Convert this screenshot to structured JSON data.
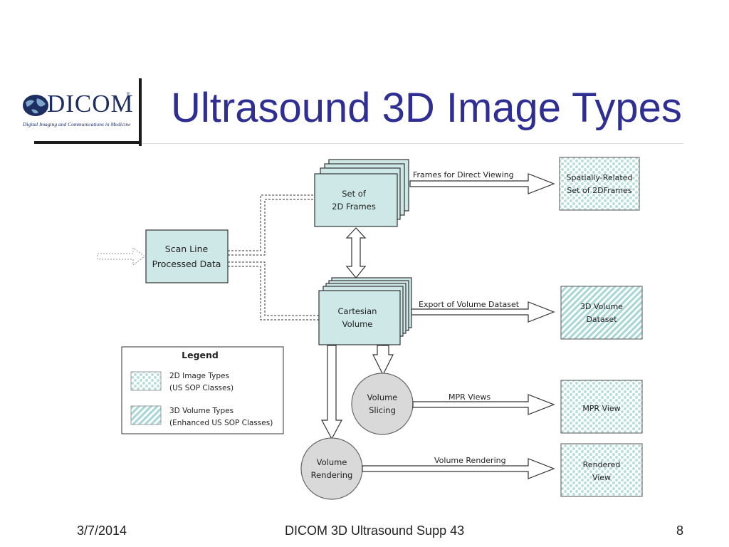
{
  "slide": {
    "title": "Ultrasound 3D Image Types",
    "logo_word": "DICOM",
    "logo_tm": "®",
    "logo_tagline": "Digital Imaging and Communications in Medicine",
    "logo_icon": "globe-icon"
  },
  "diagram": {
    "scan_line": [
      "Scan Line",
      "Processed Data"
    ],
    "set_frames": [
      "Set of",
      "2D Frames"
    ],
    "cartesian": [
      "Cartesian",
      "Volume"
    ],
    "volume_slicing": [
      "Volume",
      "Slicing"
    ],
    "volume_rendering": [
      "Volume",
      "Rendering"
    ],
    "arrows": {
      "frames_direct": "Frames for Direct Viewing",
      "export_volume": "Export of Volume Dataset",
      "mpr_views": "MPR Views",
      "volume_rendering": "Volume Rendering"
    },
    "outputs": {
      "spatial": [
        "Spatially-Related",
        "Set of 2DFrames"
      ],
      "volume_dataset": [
        "3D Volume",
        "Dataset"
      ],
      "mpr_view": [
        "MPR View"
      ],
      "rendered_view": [
        "Rendered",
        "View"
      ]
    },
    "legend": {
      "title": "Legend",
      "item1": [
        "2D Image Types",
        "(US SOP Classes)"
      ],
      "item2": [
        "3D Volume Types",
        "(Enhanced US SOP Classes)"
      ]
    },
    "colors": {
      "box_fill": "#cde8e7",
      "circle_fill": "#d9d9d9",
      "dot_color": "#b8dedd",
      "hatch_color": "#a6d6d6",
      "title_color": "#2e2e93"
    }
  },
  "footer": {
    "date": "3/7/2014",
    "center": "DICOM 3D Ultrasound Supp 43",
    "page": "8"
  }
}
